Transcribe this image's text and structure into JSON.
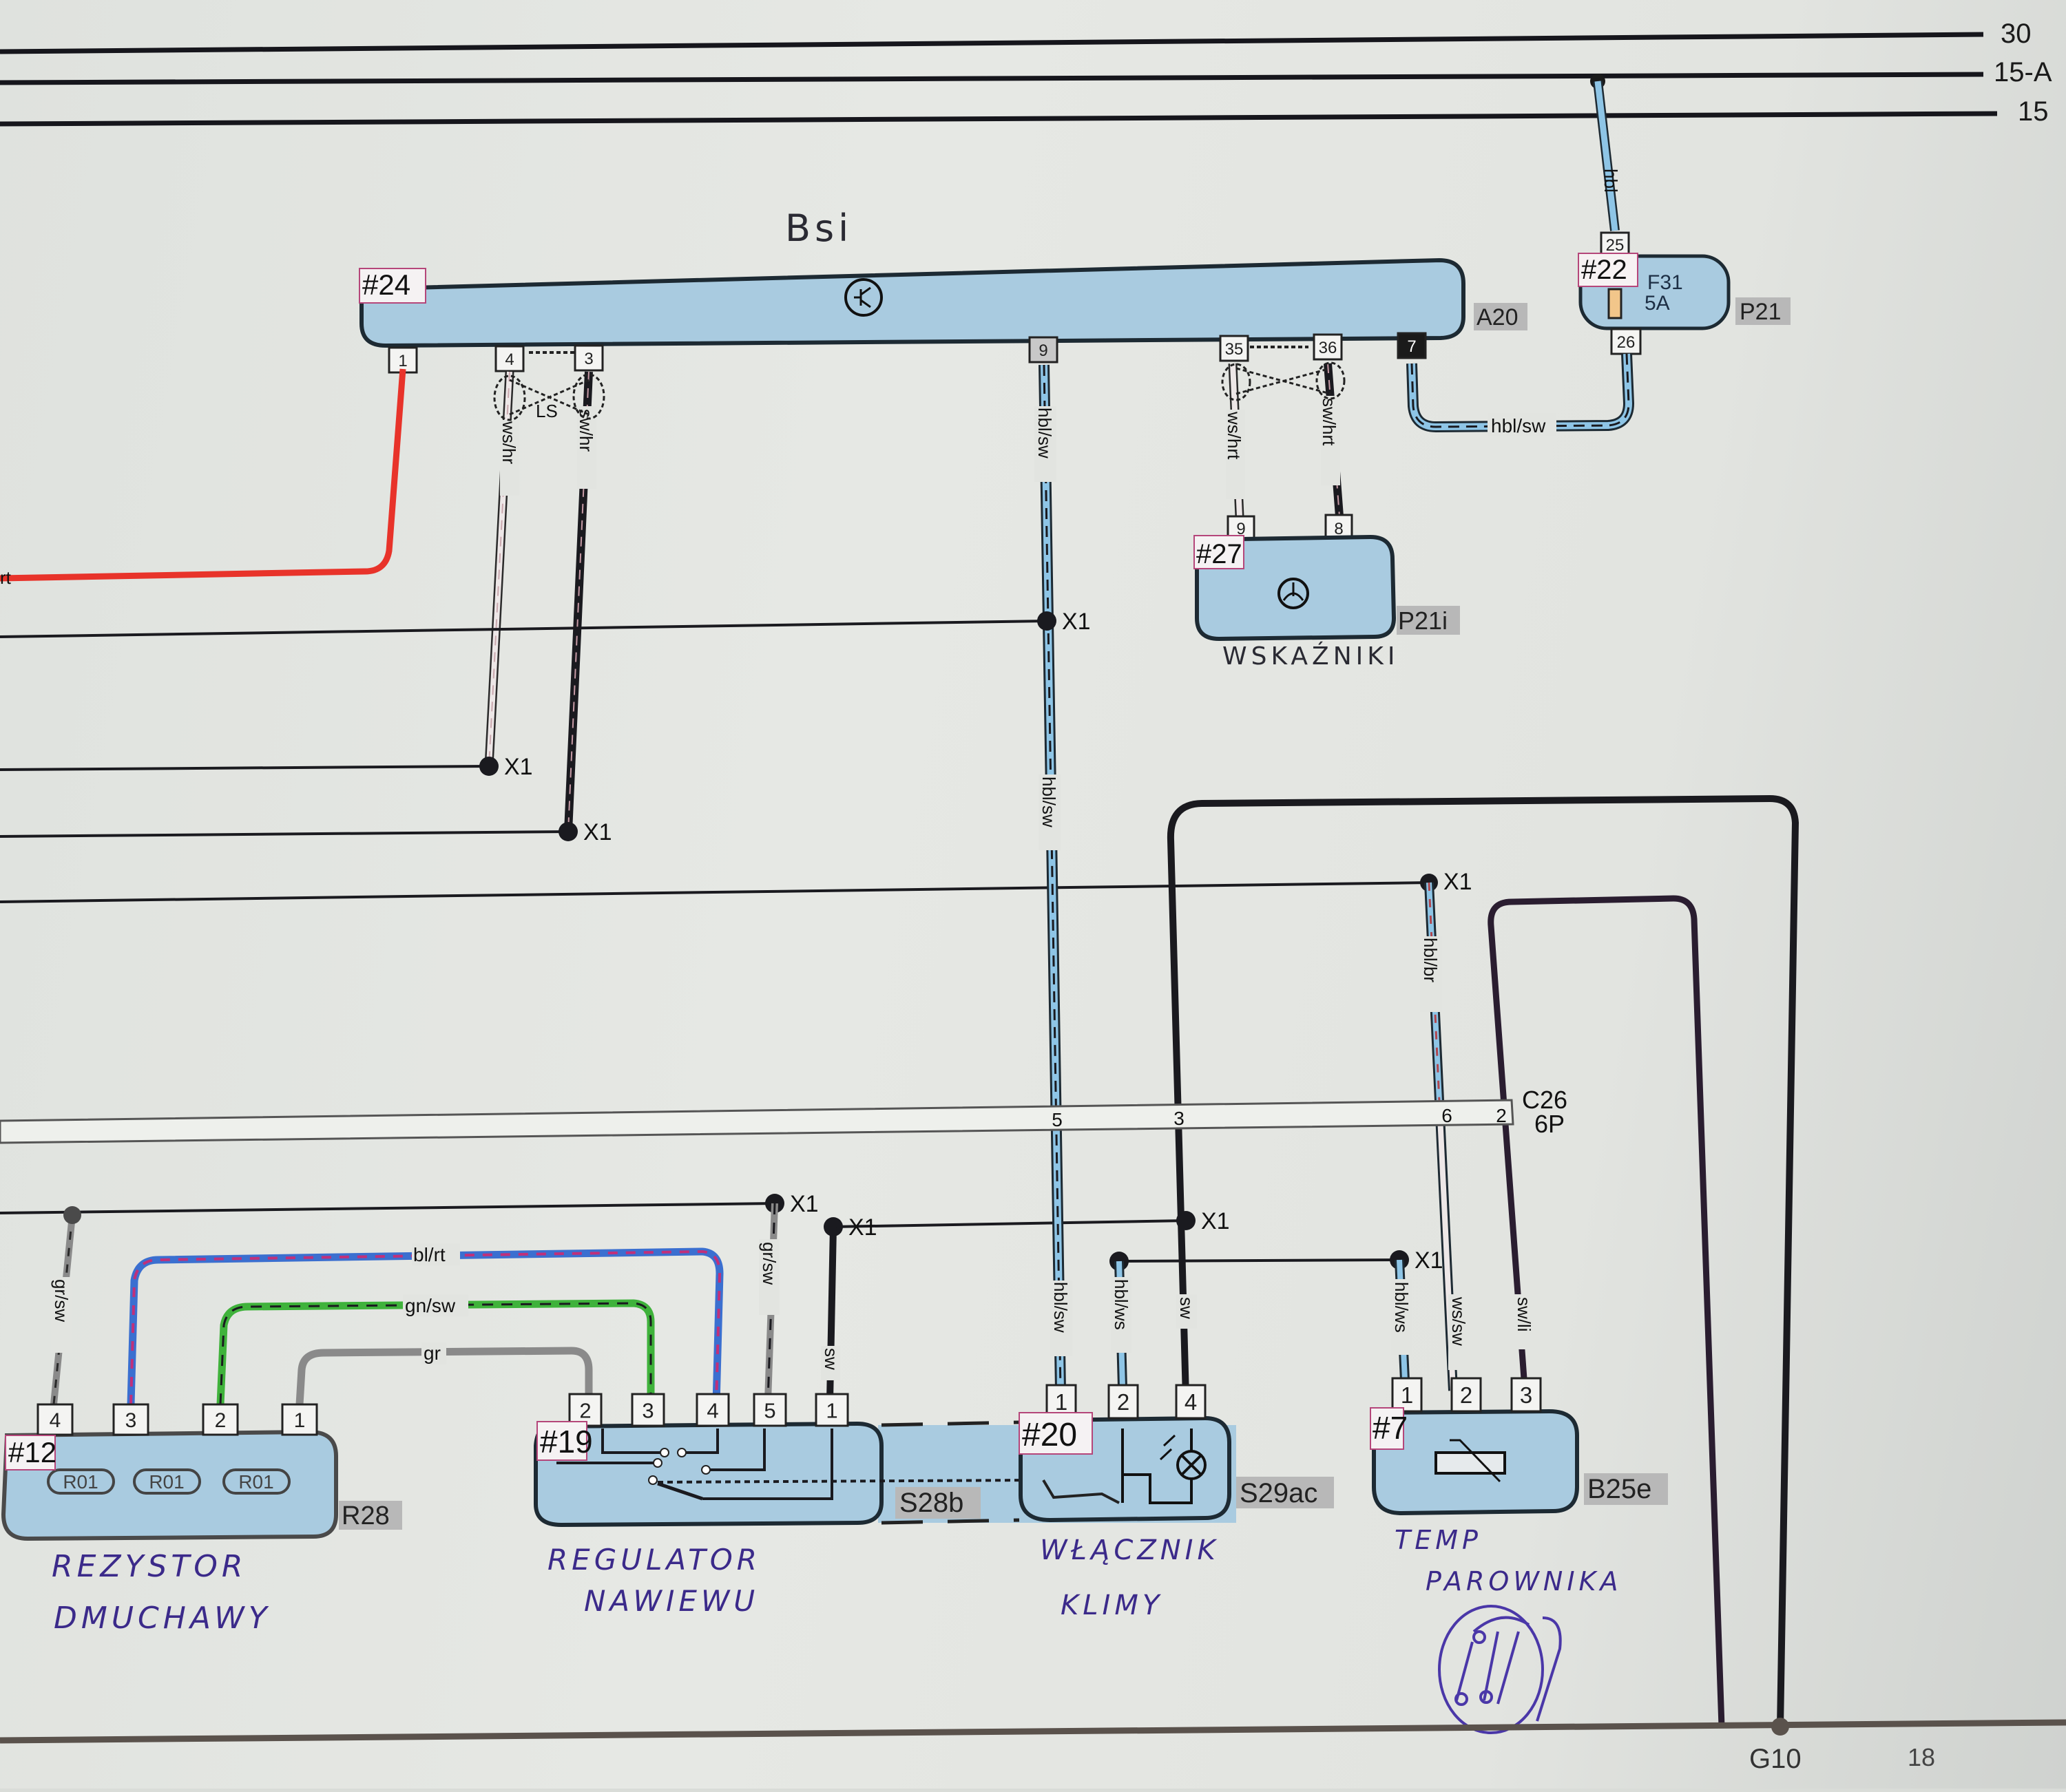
{
  "diagram": {
    "type": "wiring-schematic",
    "rails": [
      {
        "label": "30"
      },
      {
        "label": "15-A"
      },
      {
        "label": "15"
      }
    ],
    "ground": {
      "label": "G10",
      "page_ref": "18"
    },
    "components": {
      "bsi": {
        "id": "#24",
        "code": "A20",
        "handwritten": "Bsi",
        "pins": [
          "1",
          "4",
          "3",
          "9",
          "35",
          "36",
          "7"
        ]
      },
      "fuse": {
        "id": "#22",
        "code": "P21",
        "name": "F31",
        "rating": "5A",
        "pins": [
          "25",
          "26"
        ]
      },
      "cluster": {
        "id": "#27",
        "code": "P21i",
        "handwritten": "WSKAŹNIKI",
        "pins": [
          "9",
          "8"
        ]
      },
      "resistor": {
        "id": "#12",
        "code": "R28",
        "handwritten_line1": "REZYSTOR",
        "handwritten_line2": "DMUCHAWY",
        "pins": [
          "4",
          "3",
          "2",
          "1"
        ],
        "elements": [
          "R01",
          "R01",
          "R01"
        ]
      },
      "regulator": {
        "id": "#19",
        "code": "S28b",
        "handwritten_line1": "REGULATOR",
        "handwritten_line2": "NAWIEWU",
        "pins": [
          "2",
          "3",
          "4",
          "5",
          "1"
        ]
      },
      "ac_switch": {
        "id": "#20",
        "code": "S29ac",
        "handwritten_line1": "WŁĄCZNIK",
        "handwritten_line2": "KLIMY",
        "pins": [
          "1",
          "2",
          "4"
        ]
      },
      "evap_sensor": {
        "id": "#7",
        "code": "B25e",
        "handwritten_line1": "TEMP",
        "handwritten_line2": "PAROWNIKA",
        "pins": [
          "1",
          "2",
          "3"
        ]
      }
    },
    "connector_c26": {
      "code": "C26",
      "size": "6P",
      "pins": [
        "5",
        "3",
        "6",
        "2"
      ]
    },
    "shield_label": "LS",
    "splice_label": "X1",
    "wires": {
      "bsi_1": "rt",
      "bsi_4": "ws/hr",
      "bsi_3": "sw/hr",
      "bsi_9_top": "hbl/sw",
      "bsi_9_bottom": "hbl/sw",
      "bsi_35": "ws/hrt",
      "bsi_36": "sw/hrt",
      "bsi_7_fuse": "hbl/sw",
      "fuse_feed": "hbl",
      "res_4": "gr/sw",
      "res_3": "bl/rt",
      "res_2": "gn/sw",
      "res_1": "gr",
      "reg_5": "gr/sw",
      "reg_1": "sw",
      "sw_1": "hbl/sw",
      "sw_2": "hbl/ws",
      "sw_4": "sw",
      "sens_1": "hbl/ws",
      "sens_2": "ws/sw",
      "sens_3": "sw/li",
      "c26_6": "hbl/br"
    },
    "colors": {
      "module_fill": "#a9cbe0",
      "module_stroke": "#1d2a33",
      "wire_red": "#e8332a",
      "wire_hbl": "#8ec5e6",
      "wire_blue": "#3b6fd0",
      "wire_pink": "#c0307a",
      "wire_green": "#3fb23b",
      "wire_grey": "#8a8a8a",
      "wire_black": "#1a1a1f",
      "wire_violet": "#3a2240",
      "handwriting": "#3b2a8a"
    }
  }
}
